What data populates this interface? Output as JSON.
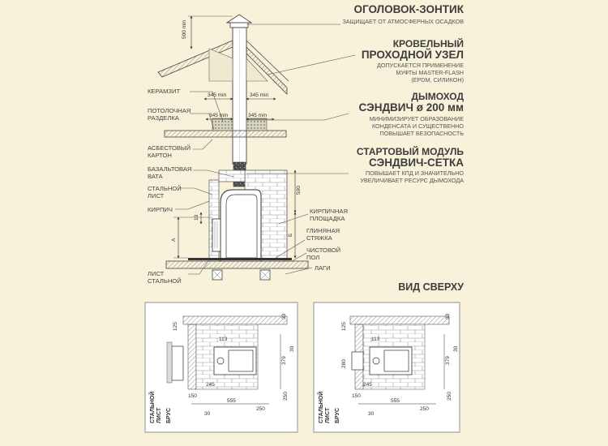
{
  "sections": [
    {
      "title": "ОГОЛОВОК-ЗОНТИК",
      "subtitle": "ЗАЩИЩАЕТ ОТ АТМОСФЕРНЫХ ОСАДКОВ"
    },
    {
      "title_line1": "КРОВЕЛЬНЫЙ",
      "title_line2": "ПРОХОДНОЙ УЗЕЛ",
      "subtitle": "ДОПУСКАЕТСЯ ПРИМЕНЕНИЕ\nМУФТЫ MASTER-FLASH\n(EPDM, СИЛИКОН)"
    },
    {
      "title_line1": "ДЫМОХОД",
      "title_line2": "СЭНДВИЧ ø 200 мм",
      "subtitle": "МИНИМИЗИРУЕТ ОБРАЗОВАНИЕ\nКОНДЕНСАТА И СУЩЕСТВЕННО\nПОВЫШАЕТ БЕЗОПАСНОСТЬ"
    },
    {
      "title_line1": "СТАРТОВЫЙ МОДУЛЬ",
      "title_line2": "СЭНДВИЧ-СЕТКА",
      "subtitle": "ПОВЫШАЕТ КПД И ЗНАЧИТЕЛЬНО\nУВЕЛИЧИВАЕТ РЕСУРС ДЫМОХОДА"
    }
  ],
  "left_labels": {
    "keramzit": "КЕРАМЗИТ",
    "razdelka": "ПОТОЛОЧНАЯ\nРАЗДЕЛКА",
    "asbest": "АСБЕСТОВЫЙ\nКАРТОН",
    "bazalt": "БАЗАЛЬТОВАЯ\nВАТА",
    "stal_list": "СТАЛЬНОЙ\nЛИСТ",
    "kirpich": "КИРПИЧ",
    "list_stalnoy": "ЛИСТ\nСТАЛЬНОЙ"
  },
  "right_labels": {
    "ploshchadka": "КИРПИЧНАЯ\nПЛОЩАДКА",
    "styazhka": "ГЛИНЯНАЯ\nСТЯЖКА",
    "pol": "ЧИСТОВОЙ\nПОЛ",
    "lagi": "ЛАГИ"
  },
  "dimensions": {
    "top": "500 min",
    "roof_left": "345 min",
    "roof_right": "345 min",
    "ceiling_left": "345 min",
    "ceiling_right": "345 min",
    "wall": "500",
    "small": "10",
    "a": "А",
    "b": "Б"
  },
  "top_view": {
    "heading": "ВИД СВЕРХУ",
    "left_plan": {
      "dims": [
        "125",
        "30",
        "113",
        "379",
        "30",
        "245",
        "150",
        "555",
        "250",
        "30",
        "250"
      ],
      "side_labels": [
        "СТАЛЬНОЙ\nЛИСТ",
        "БРУС"
      ]
    },
    "right_plan": {
      "dims": [
        "125",
        "30",
        "113",
        "280",
        "379",
        "30",
        "245",
        "150",
        "555",
        "250",
        "30",
        "250"
      ],
      "side_labels": [
        "СТАЛЬНОЙ\nЛИСТ",
        "БРУС"
      ]
    }
  },
  "colors": {
    "background": "#f7f2d9",
    "line": "#333333",
    "brick": "#ffffff",
    "insulation": "#555555"
  }
}
